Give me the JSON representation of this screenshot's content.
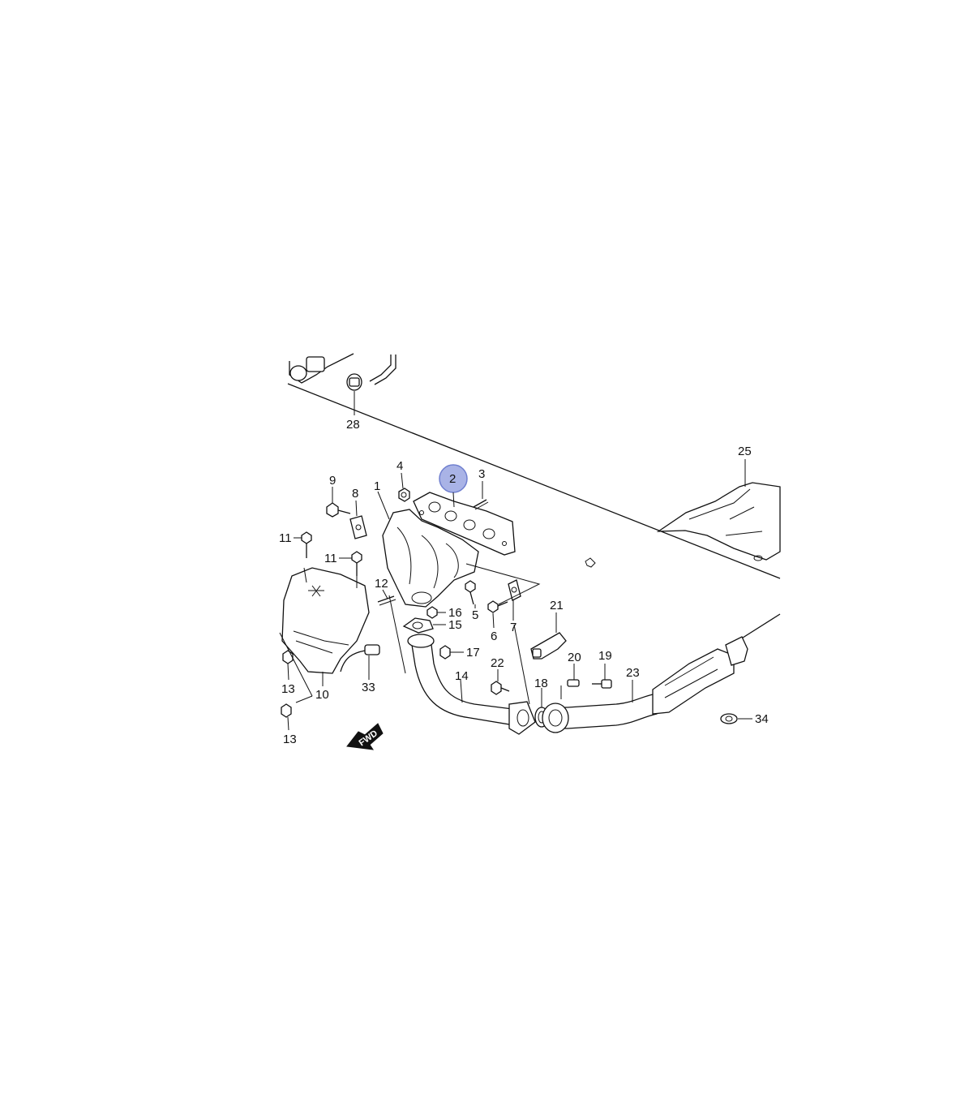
{
  "diagram": {
    "highlighted_part": "2",
    "highlight_color": "#a9b3e6",
    "highlight_stroke": "#6f7fcf",
    "fwd_label": "FWD",
    "labels": {
      "p1": "1",
      "p2": "2",
      "p3": "3",
      "p4": "4",
      "p5": "5",
      "p6": "6",
      "p7": "7",
      "p8": "8",
      "p9": "9",
      "p10": "10",
      "p11a": "11",
      "p11b": "11",
      "p12": "12",
      "p13a": "13",
      "p13b": "13",
      "p14": "14",
      "p15": "15",
      "p16": "16",
      "p17": "17",
      "p18": "18",
      "p19": "19",
      "p20": "20",
      "p21": "21",
      "p22": "22",
      "p23": "23",
      "p25": "25",
      "p28": "28",
      "p33": "33",
      "p34": "34"
    }
  }
}
